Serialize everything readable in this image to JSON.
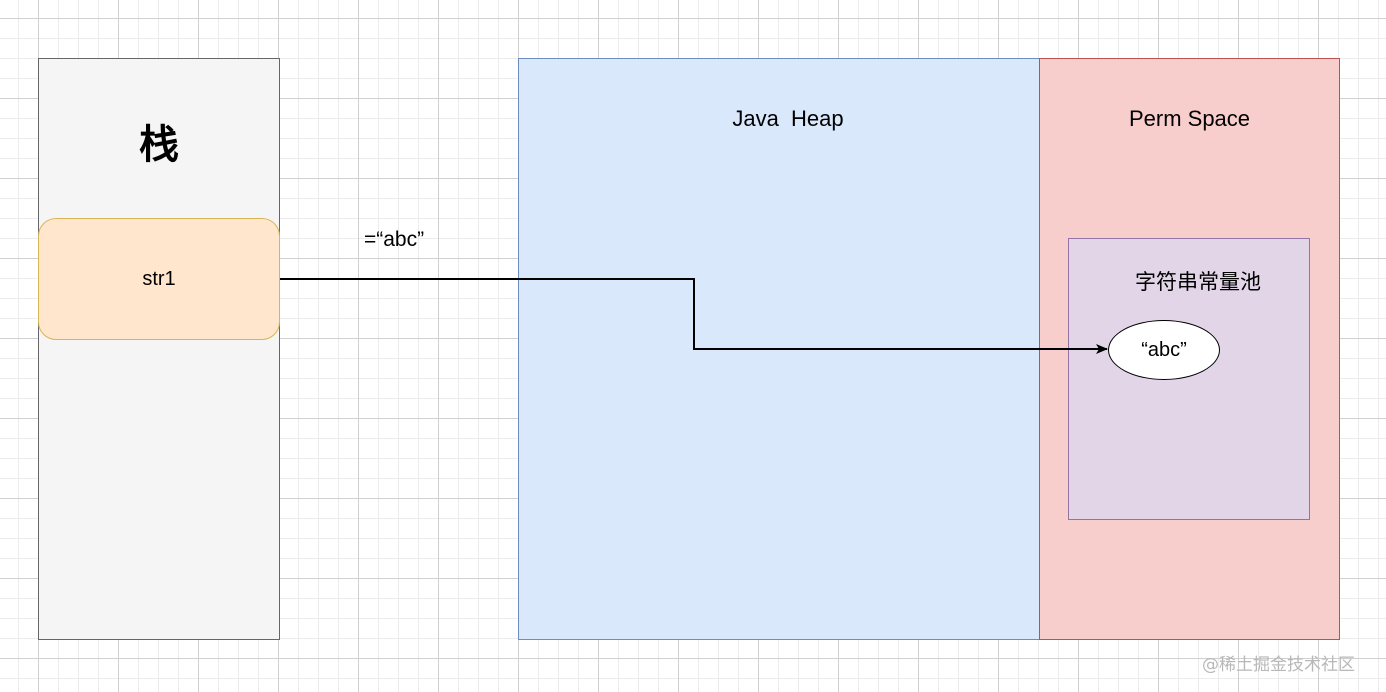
{
  "stack": {
    "title": "栈",
    "variable": "str1"
  },
  "assignment": "=“abc”",
  "heap": {
    "title": "Java  Heap"
  },
  "perm": {
    "title": "Perm Space",
    "pool": {
      "title": "字符串常量池",
      "literal": "“abc”"
    }
  },
  "watermark": "@稀土掘金技术社区",
  "colors": {
    "stack_fill": "#f5f5f5",
    "variable_fill": "#ffe6cc",
    "heap_fill": "#dae8fc",
    "perm_fill": "#f8cecc",
    "pool_fill": "#e1d5e7"
  }
}
